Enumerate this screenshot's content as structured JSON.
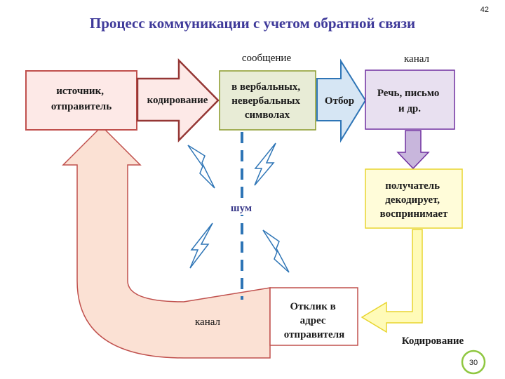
{
  "page_number": "42",
  "title": "Процесс коммуникации с учетом обратной связи",
  "labels": {
    "message": "сообщение",
    "channel_top": "канал",
    "noise": "шум",
    "channel_bottom": "канал",
    "encoding_feedback": "Кодирование"
  },
  "nodes": {
    "source": [
      "источник,",
      "отправитель"
    ],
    "encoding": "кодирование",
    "symbols": [
      "в вербальных,",
      "невербальных",
      "символах"
    ],
    "selection": "Отбор",
    "channel_box": [
      "Речь, письмо",
      "и др."
    ],
    "receiver": [
      "получатель",
      "декодирует,",
      "воспринимает"
    ],
    "response": [
      "Отклик в",
      "адрес",
      "отправителя"
    ]
  },
  "slide_number": "30",
  "colors": {
    "title": "#3f3a9a",
    "source_border": "#c0504d",
    "source_fill": "#fde9e7",
    "encoding_arrow": "#953735",
    "symbols_fill": "#e8ecd6",
    "symbols_border": "#8a9a2a",
    "selection_fill": "#d6e6f4",
    "selection_border": "#2e75b6",
    "channel_fill": "#e8e0f0",
    "channel_border": "#7030a0",
    "receiver_fill": "#fffcd9",
    "receiver_border": "#e8d530",
    "response_border": "#c0504d",
    "feedback_arrow_fill": "#fbe1d4",
    "noise_line": "#2e75b6",
    "slide_badge": "#8fc740"
  }
}
